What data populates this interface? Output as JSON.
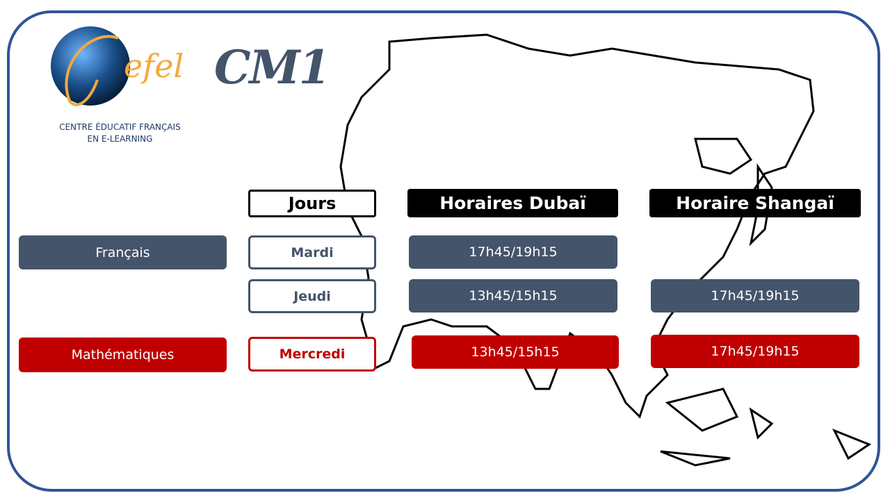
{
  "logo": {
    "brand": "efel",
    "tagline_line1": "CENTRE ÉDUCATIF FRANÇAIS",
    "tagline_line2": "EN E-LEARNING"
  },
  "title": "CM1",
  "headers": {
    "days": "Jours",
    "dubai": "Horaires Dubaï",
    "shanghai": "Horaire Shangaï"
  },
  "subjects": [
    {
      "name": "Français",
      "rows": [
        {
          "day": "Mardi",
          "dubai": "17h45/19h15",
          "shanghai": ""
        },
        {
          "day": "Jeudi",
          "dubai": "13h45/15h15",
          "shanghai": "17h45/19h15"
        }
      ]
    },
    {
      "name": "Mathématiques",
      "rows": [
        {
          "day": "Mercredi",
          "dubai": "13h45/15h15",
          "shanghai": "17h45/19h15"
        }
      ]
    }
  ],
  "colors": {
    "frame": "#2f5597",
    "slate": "#44546a",
    "red": "#c00000"
  }
}
